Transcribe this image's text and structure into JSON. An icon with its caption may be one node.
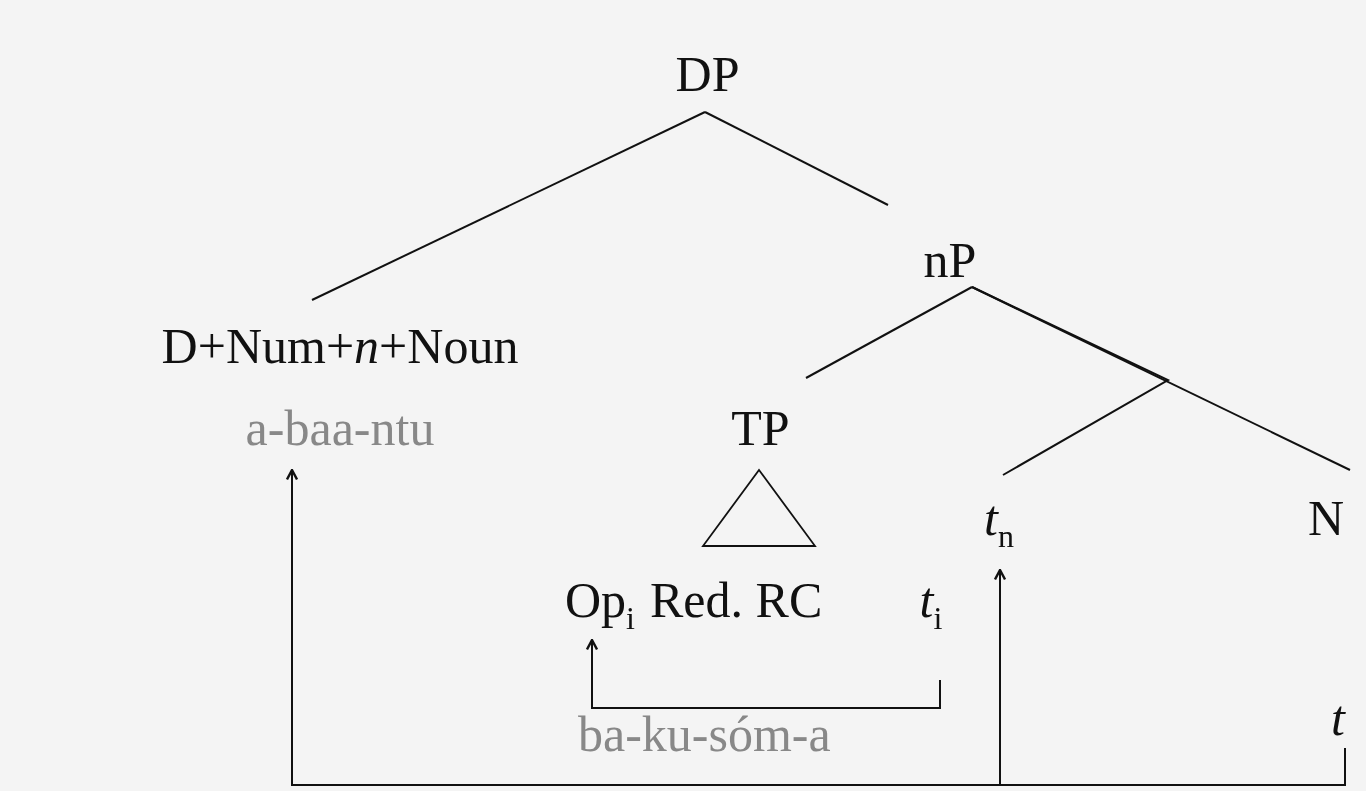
{
  "diagram": {
    "nodes": [
      {
        "text": [
          "DP"
        ]
      },
      {
        "text": [
          "nP"
        ]
      },
      {
        "text": [
          "D+Num+*n*+Noun",
          "a-baa-ntu"
        ]
      },
      {
        "text": [
          "TP"
        ]
      },
      {
        "text": [],
        "shape": "triangle"
      },
      {
        "text": [
          "Op$_{i}$"
        ]
      },
      {
        "text": [
          "*t*$_{i}$"
        ]
      },
      {
        "text": [
          "*t*$_{n}$"
        ]
      },
      {
        "text": [
          "N"
        ]
      },
      {
        "text": [
          "*t*"
        ]
      }
    ],
    "edges": [
      {
        "from": 0,
        "to": 2,
        "arrow": "none"
      },
      {
        "from": 0,
        "to": 1,
        "arrow": "none"
      },
      {
        "from": 1,
        "to": 3,
        "arrow": "none"
      },
      {
        "from": 1,
        "to": 7,
        "arrow": "none"
      },
      {
        "from": 1,
        "to": 8,
        "arrow": "none"
      },
      {
        "from": 6,
        "to": 5,
        "arrow": "to"
      },
      {
        "from": 9,
        "to": 2,
        "arrow": "to"
      },
      {
        "from": 9,
        "to": 7,
        "arrow": "to"
      }
    ],
    "labels": [
      "Red. RC",
      "ba-ku-sóm-a"
    ]
  }
}
